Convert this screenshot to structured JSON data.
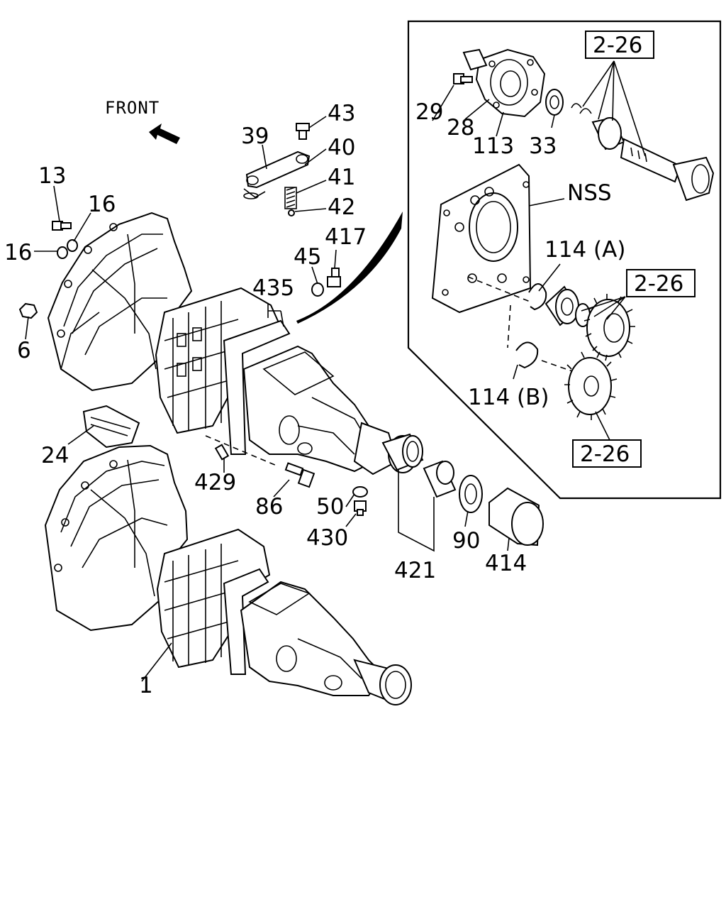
{
  "front_label": "FRONT",
  "callouts": {
    "c1": "1",
    "c6": "6",
    "c13": "13",
    "c16a": "16",
    "c16b": "16",
    "c24": "24",
    "c28": "28",
    "c29": "29",
    "c33": "33",
    "c39": "39",
    "c40": "40",
    "c41": "41",
    "c42": "42",
    "c43": "43",
    "c45": "45",
    "c50": "50",
    "c86": "86",
    "c90": "90",
    "c113": "113",
    "c114a": "114 (A)",
    "c114b": "114 (B)",
    "c414": "414",
    "c417": "417",
    "c421": "421",
    "c429": "429",
    "c430": "430",
    "c435": "435",
    "nss": "NSS"
  },
  "ref_boxes": [
    "2-26",
    "2-26",
    "2-26"
  ]
}
